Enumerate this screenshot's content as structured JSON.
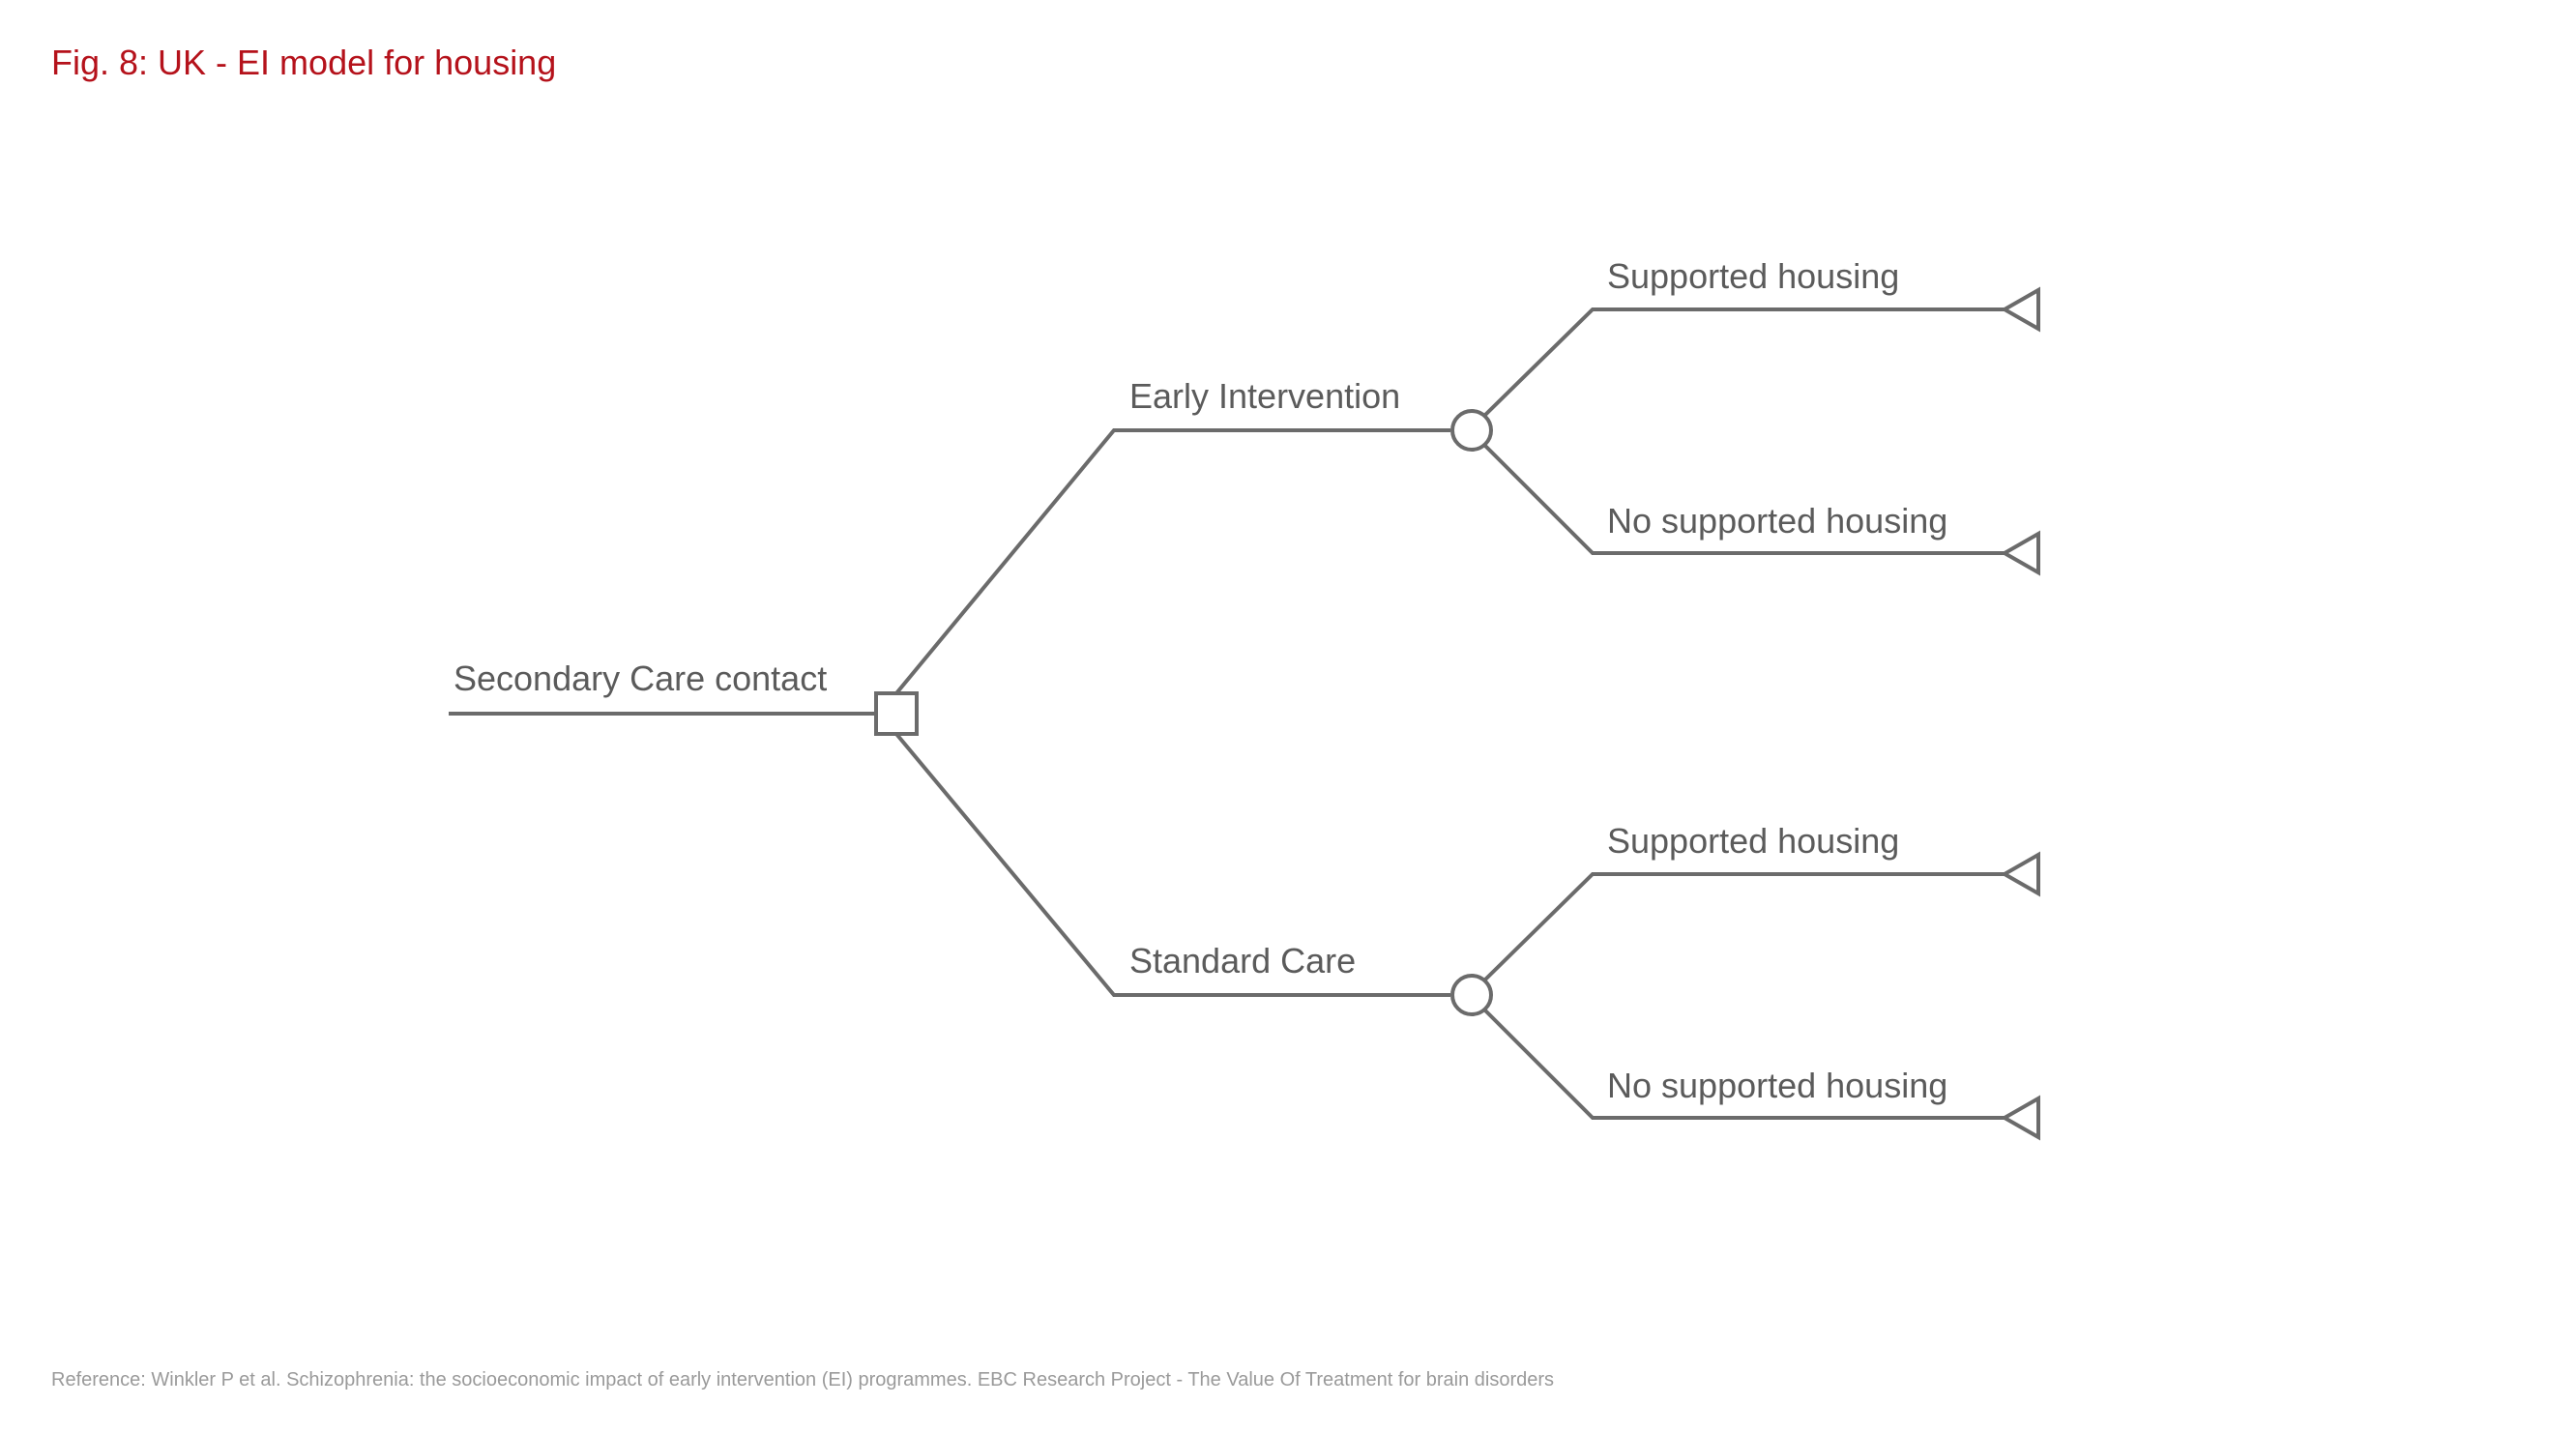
{
  "title": "Fig. 8: UK - EI model for housing",
  "reference": "Reference: Winkler P et al. Schizophrenia: the socioeconomic impact of early intervention (EI) programmes. EBC Research Project - The Value Of Treatment for brain disorders",
  "tree": {
    "root": {
      "label": "Secondary Care contact",
      "node_type": "decision",
      "icon": "square-decision-icon"
    },
    "branches": [
      {
        "label": "Early Intervention",
        "node_type": "chance",
        "icon": "circle-chance-icon",
        "outcomes": [
          {
            "label": "Supported housing",
            "icon": "triangle-terminal-icon"
          },
          {
            "label": "No supported housing",
            "icon": "triangle-terminal-icon"
          }
        ]
      },
      {
        "label": "Standard Care",
        "node_type": "chance",
        "icon": "circle-chance-icon",
        "outcomes": [
          {
            "label": "Supported housing",
            "icon": "triangle-terminal-icon"
          },
          {
            "label": "No supported housing",
            "icon": "triangle-terminal-icon"
          }
        ]
      }
    ]
  },
  "colors": {
    "title": "#b5121b",
    "lines": "#6b6b6b",
    "labels": "#5b5b5b",
    "reference": "#9a9a9a"
  }
}
